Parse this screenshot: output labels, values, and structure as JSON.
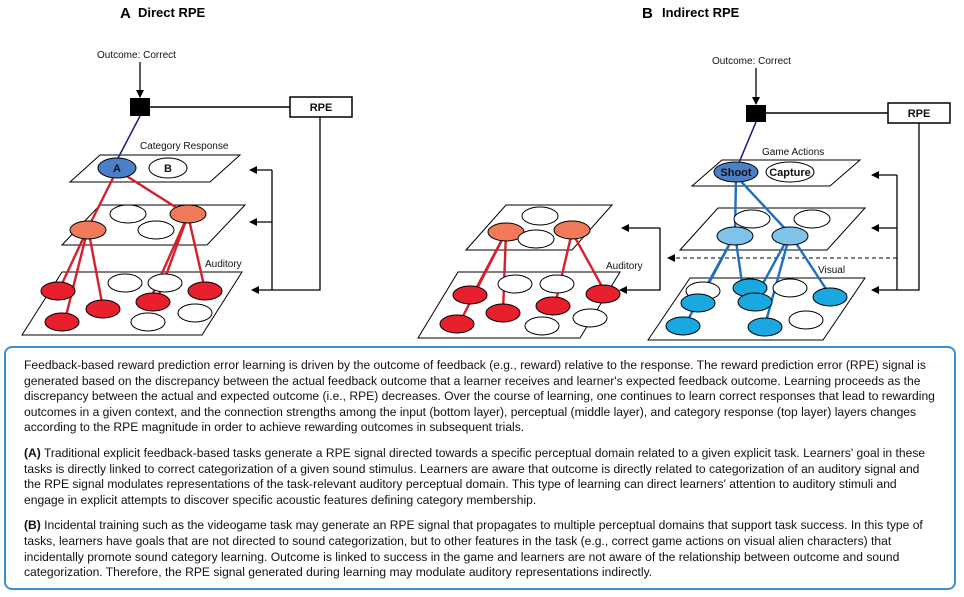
{
  "panel_a": {
    "letter": "A",
    "title": "Direct RPE",
    "outcome": "Outcome: Correct",
    "rpe": "RPE",
    "top_layer": "Category Response",
    "node_a": "A",
    "node_b": "B",
    "bottom_layer": "Auditory"
  },
  "panel_b": {
    "letter": "B",
    "title": "Indirect RPE",
    "outcome": "Outcome: Correct",
    "rpe": "RPE",
    "top_layer": "Game Actions",
    "node_shoot": "Shoot",
    "node_capture": "Capture",
    "left_layer": "Auditory",
    "bottom_layer": "Visual"
  },
  "colors": {
    "red_node": "#e8202e",
    "orange_node": "#f07a5a",
    "blue_node": "#1aa8e0",
    "light_blue_node": "#7fc3ea",
    "response_blue": "#4a7fc9",
    "caption_border": "#3b8fd1"
  },
  "caption": {
    "intro": "Feedback-based reward prediction error learning is driven by the outcome of feedback (e.g., reward) relative to the response. The reward prediction error (RPE) signal is generated based on the discrepancy between the actual feedback outcome that a learner receives and learner's expected feedback outcome. Learning proceeds as the discrepancy between the actual and expected outcome (i.e., RPE) decreases. Over the course of learning, one continues to learn correct responses that lead to rewarding outcomes in a given context, and the connection strengths among the input (bottom layer), perceptual (middle layer), and category response (top layer) layers changes according to the RPE magnitude in order to achieve rewarding outcomes in subsequent trials.",
    "a_label": "(A)",
    "a_text": " Traditional explicit feedback-based tasks generate a RPE signal directed towards a specific perceptual domain related to a given explicit task. Learners' goal in these tasks is directly linked to correct categorization of a given sound stimulus. Learners are aware that outcome is directly related to categorization of an auditory signal and the RPE signal modulates representations of the task-relevant auditory perceptual domain. This type of learning can direct learners' attention to auditory stimuli and engage in explicit attempts to discover specific acoustic features defining category membership.",
    "b_label": "(B)",
    "b_text": " Incidental training such as the videogame task may generate an RPE signal that propagates to multiple perceptual domains that support task success. In this type of tasks, learners have goals that are not directed to sound categorization, but to other features in the task (e.g., correct game actions on visual alien characters) that incidentally promote sound category learning. Outcome is linked to success in the game and learners are not aware of the relationship between outcome and sound categorization. Therefore, the RPE signal generated during learning may modulate auditory representations indirectly."
  }
}
